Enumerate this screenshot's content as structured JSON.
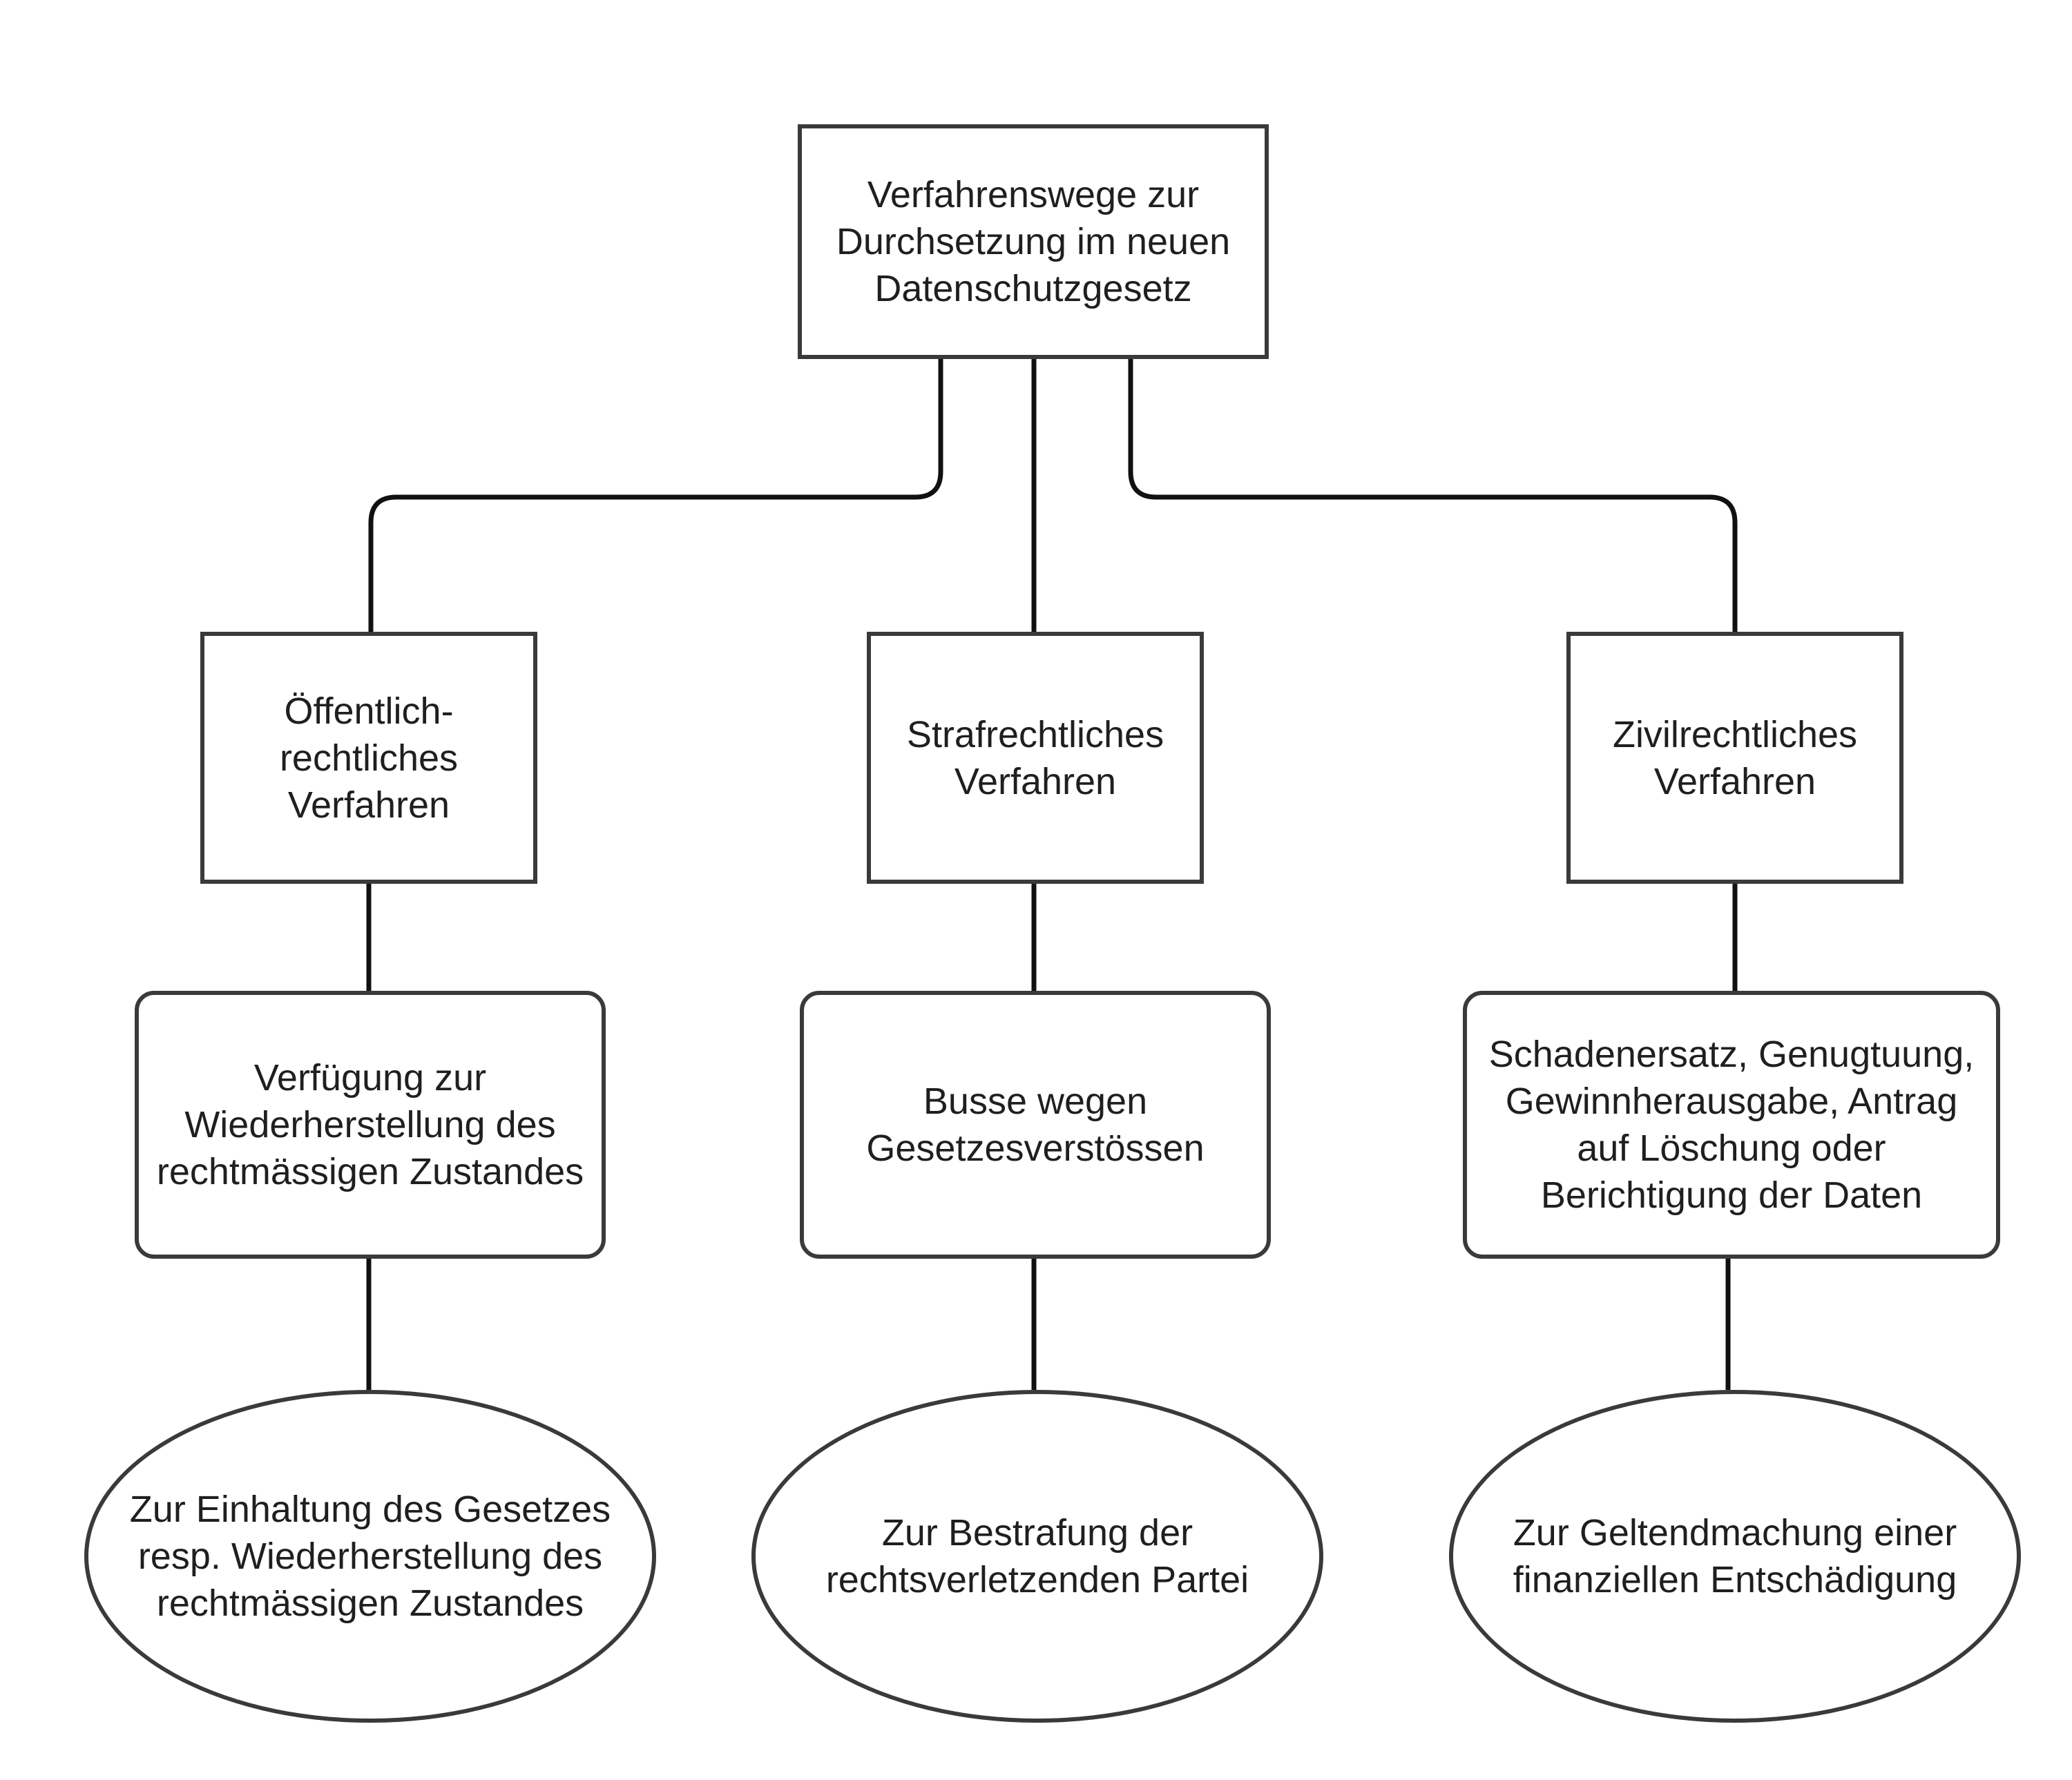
{
  "diagram": {
    "root": {
      "label": "Verfahrenswege zur Durchsetzung im neuen Datenschutzgesetz"
    },
    "columns": [
      {
        "procedure": "Öffentlich-rechtliches Verfahren",
        "measure": "Verfügung zur Wiederherstellung des rechtmässigen Zustandes",
        "purpose": "Zur Einhaltung des Gesetzes resp. Wiederherstellung des rechtmässigen Zustandes"
      },
      {
        "procedure": "Strafrechtliches Verfahren",
        "measure": "Busse wegen Gesetzesverstössen",
        "purpose": "Zur Bestrafung der rechtsverletzenden Partei"
      },
      {
        "procedure": "Zivilrechtliches Verfahren",
        "measure": "Schadenersatz, Genugtuung, Gewinnherausgabe, Antrag auf Löschung oder Berichtigung der Daten",
        "purpose": "Zur Geltendmachung einer finanziellen Entschädigung"
      }
    ],
    "colors": {
      "stroke": "#3a3a3a",
      "connector": "#111111",
      "text": "#1f1f1f",
      "background": "#ffffff"
    }
  }
}
